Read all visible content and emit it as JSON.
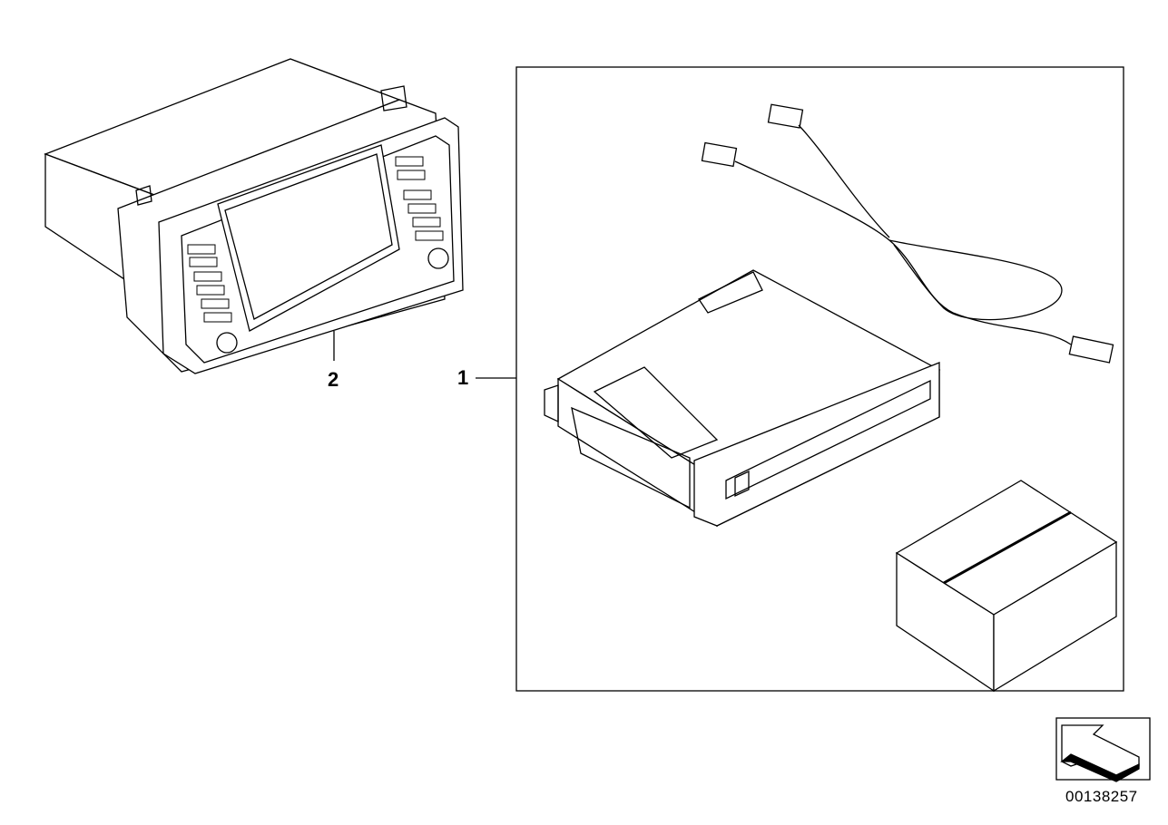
{
  "parts": [
    {
      "label": "1",
      "description_icon": "cd-changer-kit"
    },
    {
      "label": "2",
      "description_icon": "navigation-radio-unit"
    }
  ],
  "diagram_number": "00138257",
  "colors": {
    "line": "#000000",
    "background": "#ffffff"
  }
}
